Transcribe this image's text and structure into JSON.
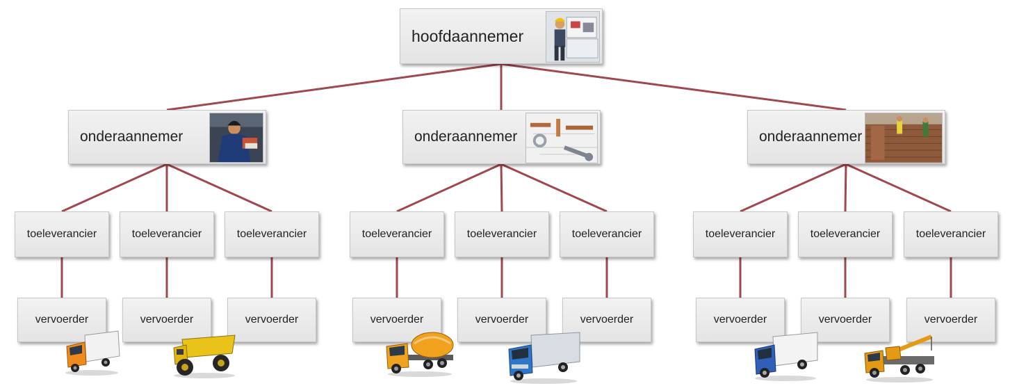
{
  "root": {
    "label": "hoofdaannemer",
    "image": "construction-worker-blueprints-photo"
  },
  "subcontractors": [
    {
      "label": "onderaannemer",
      "image": "mechanic-worker-photo",
      "suppliers": [
        {
          "label": "toeleverancier",
          "carrier": "vervoerder",
          "vehicle": "box-truck-icon"
        },
        {
          "label": "toeleverancier",
          "carrier": "vervoerder",
          "vehicle": "dump-truck-icon"
        },
        {
          "label": "toeleverancier",
          "carrier": "vervoerder",
          "vehicle": ""
        }
      ]
    },
    {
      "label": "onderaannemer",
      "image": "plumbing-pipes-tools-photo",
      "suppliers": [
        {
          "label": "toeleverancier",
          "carrier": "vervoerder",
          "vehicle": "cement-mixer-truck-icon"
        },
        {
          "label": "toeleverancier",
          "carrier": "vervoerder",
          "vehicle": "delivery-truck-icon"
        },
        {
          "label": "toeleverancier",
          "carrier": "vervoerder",
          "vehicle": ""
        }
      ]
    },
    {
      "label": "onderaannemer",
      "image": "bricklaying-site-photo",
      "suppliers": [
        {
          "label": "toeleverancier",
          "carrier": "vervoerder",
          "vehicle": "van-icon"
        },
        {
          "label": "toeleverancier",
          "carrier": "vervoerder",
          "vehicle": "crane-truck-icon"
        },
        {
          "label": "toeleverancier",
          "carrier": "vervoerder",
          "vehicle": ""
        }
      ]
    }
  ],
  "colors": {
    "connector": "#a0474f",
    "box": "#ececec",
    "box_border": "#c7c7c7"
  }
}
